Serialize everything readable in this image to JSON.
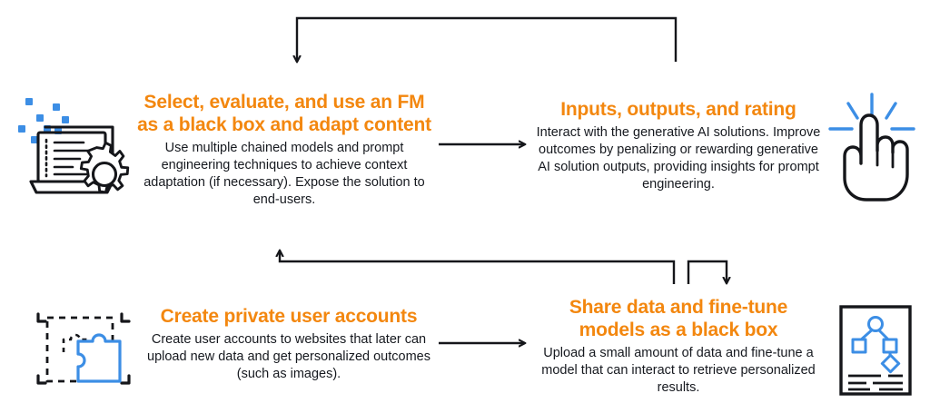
{
  "colors": {
    "orange": "#f3870f",
    "blue": "#3c8ee5",
    "ink": "#16191f",
    "background": "#ffffff"
  },
  "diagram": {
    "type": "cycle-flow",
    "nodes": [
      {
        "id": "select-evaluate-use-fm",
        "title": "Select, evaluate, and use an FM as a black box and adapt content",
        "body": "Use multiple chained models and prompt engineering techniques to achieve context adaptation (if necessary). Expose the solution to end-users.",
        "icon": "laptop-gear-icon",
        "icon_side": "left"
      },
      {
        "id": "inputs-outputs-rating",
        "title": "Inputs, outputs, and rating",
        "body": "Interact with the generative AI solutions. Improve outcomes by penalizing or rewarding generative AI solution outputs, providing insights for prompt engineering.",
        "icon": "click-hand-icon",
        "icon_side": "right"
      },
      {
        "id": "create-private-user-accounts",
        "title": "Create private user accounts",
        "body": "Create user accounts to websites that later can upload new data and get personalized outcomes (such as images).",
        "icon": "puzzle-frame-icon",
        "icon_side": "left"
      },
      {
        "id": "share-data-fine-tune",
        "title": "Share data and fine-tune models as a black box",
        "body": "Upload a small amount of data and fine-tune a model that can interact to retrieve personalized results.",
        "icon": "document-graph-icon",
        "icon_side": "right"
      }
    ],
    "connectors": [
      {
        "id": "select-to-inputs",
        "from": "select-evaluate-use-fm",
        "to": "inputs-outputs-rating",
        "shape": "straight-right"
      },
      {
        "id": "inputs-to-share",
        "from": "inputs-outputs-rating",
        "to": "share-data-fine-tune",
        "shape": "elbow-down-right"
      },
      {
        "id": "share-to-accounts",
        "from": "share-data-fine-tune",
        "to": "create-private-user-accounts",
        "shape": "elbow-up-left"
      },
      {
        "id": "accounts-to-share",
        "from": "create-private-user-accounts",
        "to": "share-data-fine-tune",
        "shape": "straight-right"
      },
      {
        "id": "top-loop-return",
        "from": "inputs-outputs-rating",
        "to": "select-evaluate-use-fm",
        "shape": "top-loop-down"
      }
    ]
  },
  "icons": {
    "laptop_gear": "laptop-gear-icon",
    "click_hand": "click-hand-icon",
    "puzzle_frame": "puzzle-frame-icon",
    "document_graph": "document-graph-icon"
  }
}
